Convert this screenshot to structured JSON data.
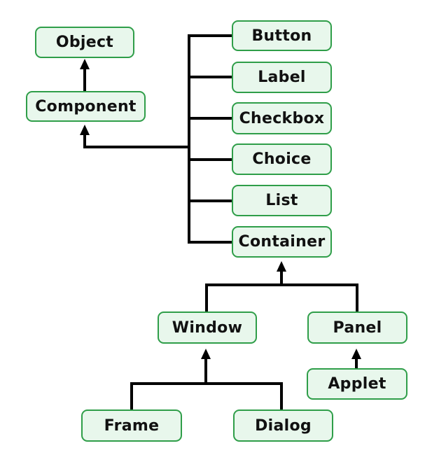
{
  "diagram": {
    "colors": {
      "box_fill": "#E8F7EC",
      "box_border": "#2F9E49",
      "line": "#000000",
      "text": "#111111",
      "background": "#ffffff"
    },
    "nodes": {
      "object": {
        "label": "Object"
      },
      "component": {
        "label": "Component"
      },
      "button": {
        "label": "Button"
      },
      "label": {
        "label": "Label"
      },
      "checkbox": {
        "label": "Checkbox"
      },
      "choice": {
        "label": "Choice"
      },
      "list": {
        "label": "List"
      },
      "container": {
        "label": "Container"
      },
      "window": {
        "label": "Window"
      },
      "panel": {
        "label": "Panel"
      },
      "applet": {
        "label": "Applet"
      },
      "frame": {
        "label": "Frame"
      },
      "dialog": {
        "label": "Dialog"
      }
    },
    "edges": [
      {
        "child": "Component",
        "parent": "Object"
      },
      {
        "child": "Button",
        "parent": "Component"
      },
      {
        "child": "Label",
        "parent": "Component"
      },
      {
        "child": "Checkbox",
        "parent": "Component"
      },
      {
        "child": "Choice",
        "parent": "Component"
      },
      {
        "child": "List",
        "parent": "Component"
      },
      {
        "child": "Container",
        "parent": "Component"
      },
      {
        "child": "Window",
        "parent": "Container"
      },
      {
        "child": "Panel",
        "parent": "Container"
      },
      {
        "child": "Frame",
        "parent": "Window"
      },
      {
        "child": "Dialog",
        "parent": "Window"
      },
      {
        "child": "Applet",
        "parent": "Panel"
      }
    ]
  }
}
